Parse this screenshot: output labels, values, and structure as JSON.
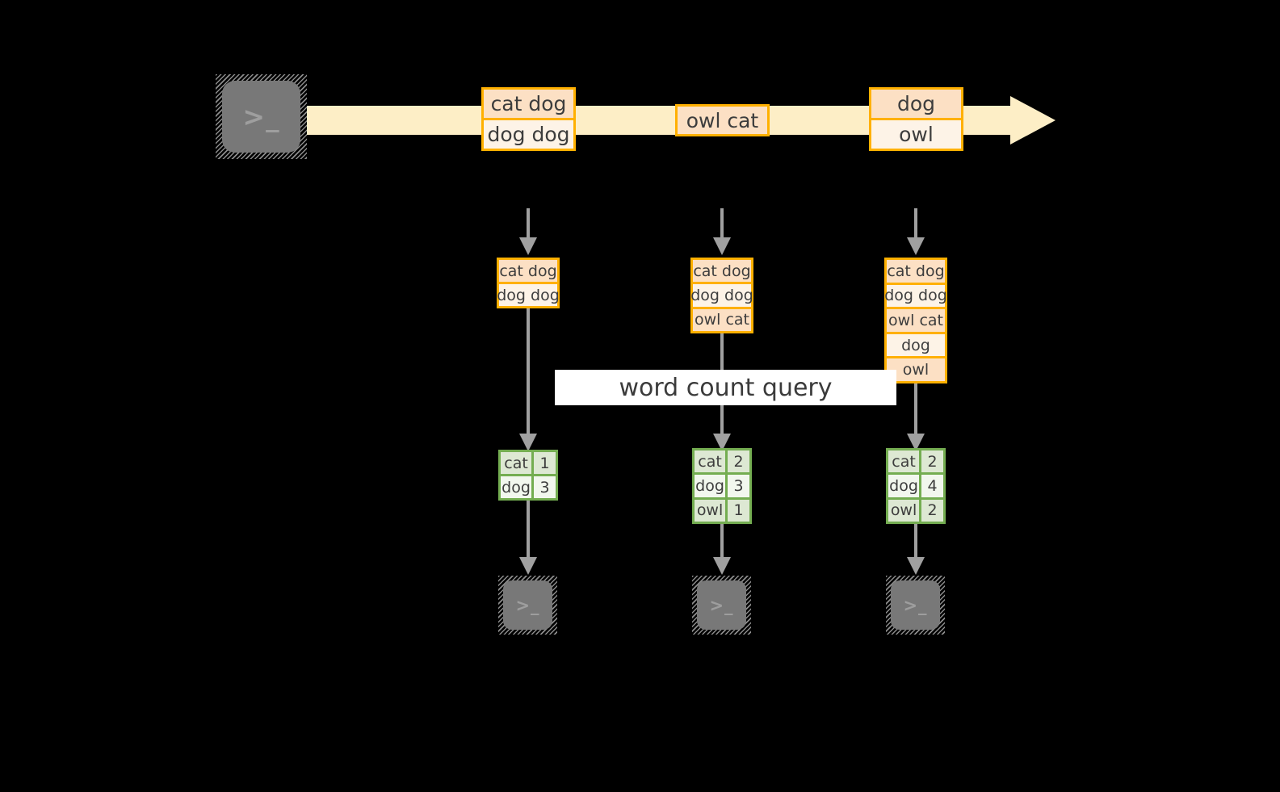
{
  "diagram": {
    "title": "word count query",
    "colors": {
      "background": "#000000",
      "stream_band": "#fdeec6",
      "event_border": "#ffb000",
      "event_fill_light": "#fdf3e7",
      "event_fill_shade": "#fce0c4",
      "result_border": "#74ad51",
      "result_fill_light": "#f2f7ee",
      "result_fill_shade": "#dde8d3",
      "connector": "#a0a0a0",
      "terminal_screen": "#787878",
      "label_fill": "#ffffff"
    }
  },
  "source": {
    "icon": "terminal-icon",
    "prompt": ">_"
  },
  "stream": {
    "label": "event-stream-arrow",
    "groups": [
      {
        "name": "group-1",
        "cells": [
          "cat dog",
          "dog dog"
        ]
      },
      {
        "name": "group-2",
        "cells": [
          "owl cat"
        ]
      },
      {
        "name": "group-3",
        "cells": [
          "dog",
          "owl"
        ]
      }
    ]
  },
  "states": [
    {
      "name": "state-1",
      "rows": [
        "cat dog",
        "dog dog"
      ]
    },
    {
      "name": "state-2",
      "rows": [
        "cat dog",
        "dog dog",
        "owl cat"
      ]
    },
    {
      "name": "state-3",
      "rows": [
        "cat dog",
        "dog dog",
        "owl cat",
        "dog",
        "owl"
      ]
    }
  ],
  "results": [
    {
      "name": "result-1",
      "rows": [
        {
          "word": "cat",
          "count": "1"
        },
        {
          "word": "dog",
          "count": "3"
        }
      ]
    },
    {
      "name": "result-2",
      "rows": [
        {
          "word": "cat",
          "count": "2"
        },
        {
          "word": "dog",
          "count": "3"
        },
        {
          "word": "owl",
          "count": "1"
        }
      ]
    },
    {
      "name": "result-3",
      "rows": [
        {
          "word": "cat",
          "count": "2"
        },
        {
          "word": "dog",
          "count": "4"
        },
        {
          "word": "owl",
          "count": "2"
        }
      ]
    }
  ],
  "sinks": [
    {
      "name": "sink-1",
      "icon": "terminal-icon",
      "prompt": ">_"
    },
    {
      "name": "sink-2",
      "icon": "terminal-icon",
      "prompt": ">_"
    },
    {
      "name": "sink-3",
      "icon": "terminal-icon",
      "prompt": ">_"
    }
  ]
}
